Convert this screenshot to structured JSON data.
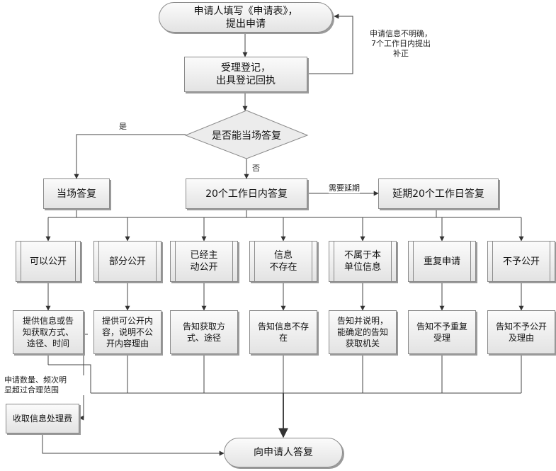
{
  "nodes": {
    "start": "申请人填写《申请表》，\n提出申请",
    "register": "受理登记，\n出具登记回执",
    "decision": "是否能当场答复",
    "on_spot": "当场答复",
    "within20": "20个工作日内答复",
    "extend20": "延期20个工作日答复",
    "categories": [
      "可以公开",
      "部分公开",
      "已经主\n动公开",
      "信息\n不存在",
      "不属于本\n单位信息",
      "重复申请",
      "不予公开"
    ],
    "actions": [
      "提供信息或告\n知获取方式、\n途径、时间",
      "提供可公开内\n容，说明不公\n开内容理由",
      "告知获取方\n式、途径",
      "告知信息不存\n在",
      "告知并说明，\n能确定的告知\n获取机关",
      "告知不予重复\n受理",
      "告知不予公开\n及理由"
    ],
    "fee": "收取信息处理费",
    "end": "向申请人答复"
  },
  "labels": {
    "incomplete": "申请信息不明确，\n7个工作日内提出\n补正",
    "yes": "是",
    "no": "否",
    "need_extend": "需要延期",
    "fee_condition": "申请数量、频次明\n显超过合理范围"
  }
}
